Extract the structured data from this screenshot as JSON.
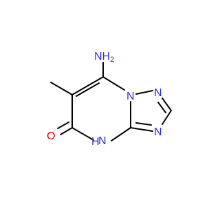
{
  "molecule": {
    "atom_labels": {
      "amino": "NH",
      "amino_sub": "2",
      "ring_n_bridge": "N",
      "ring_n_top": "N",
      "ring_n_right": "N",
      "ring_nh": "N",
      "ring_nh_h": "H",
      "carbonyl_o": "O"
    },
    "colors": {
      "carbon_bond": "#000000",
      "nitrogen": "#2f2fd8",
      "oxygen": "#e00000",
      "background": "#ffffff"
    }
  }
}
